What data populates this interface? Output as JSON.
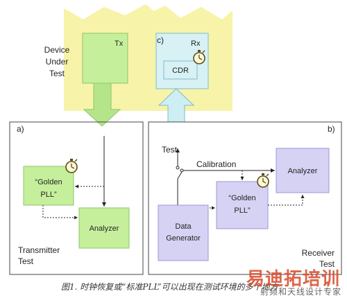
{
  "dut": {
    "label_lines": [
      "Device",
      "Under",
      "Test"
    ],
    "tx_label": "Tx",
    "rx_label": "Rx",
    "cdr_label": "CDR",
    "rx_marker": "c)"
  },
  "panel_a": {
    "marker": "a)",
    "golden_pll_lines": [
      "“Golden",
      "PLL”"
    ],
    "analyzer_label": "Analyzer",
    "caption_lines": [
      "Transmitter",
      "Test"
    ]
  },
  "panel_b": {
    "marker": "b)",
    "test_label": "Test",
    "calibration_label": "Calibration",
    "analyzer_label": "Analyzer",
    "golden_pll_lines": [
      "“Golden",
      "PLL”"
    ],
    "data_generator_lines": [
      "Data",
      "Generator"
    ],
    "caption_lines": [
      "Receiver",
      "Test"
    ]
  },
  "colors": {
    "dut_yellow": "#f7f3a8",
    "green_box": "#c6ef9c",
    "green_edge": "#8bc66a",
    "cyan_box": "#d8f1f4",
    "cyan_edge": "#7fbccb",
    "lavender_box": "#d6d2f4",
    "lavender_edge": "#9d96d6"
  },
  "figure_caption": "图1. 时钟恢复或“标准PLL”可以出现在测试环境的多个地方",
  "watermark": {
    "main": "易迪拓培训",
    "sub": "射频和天线设计专家"
  }
}
